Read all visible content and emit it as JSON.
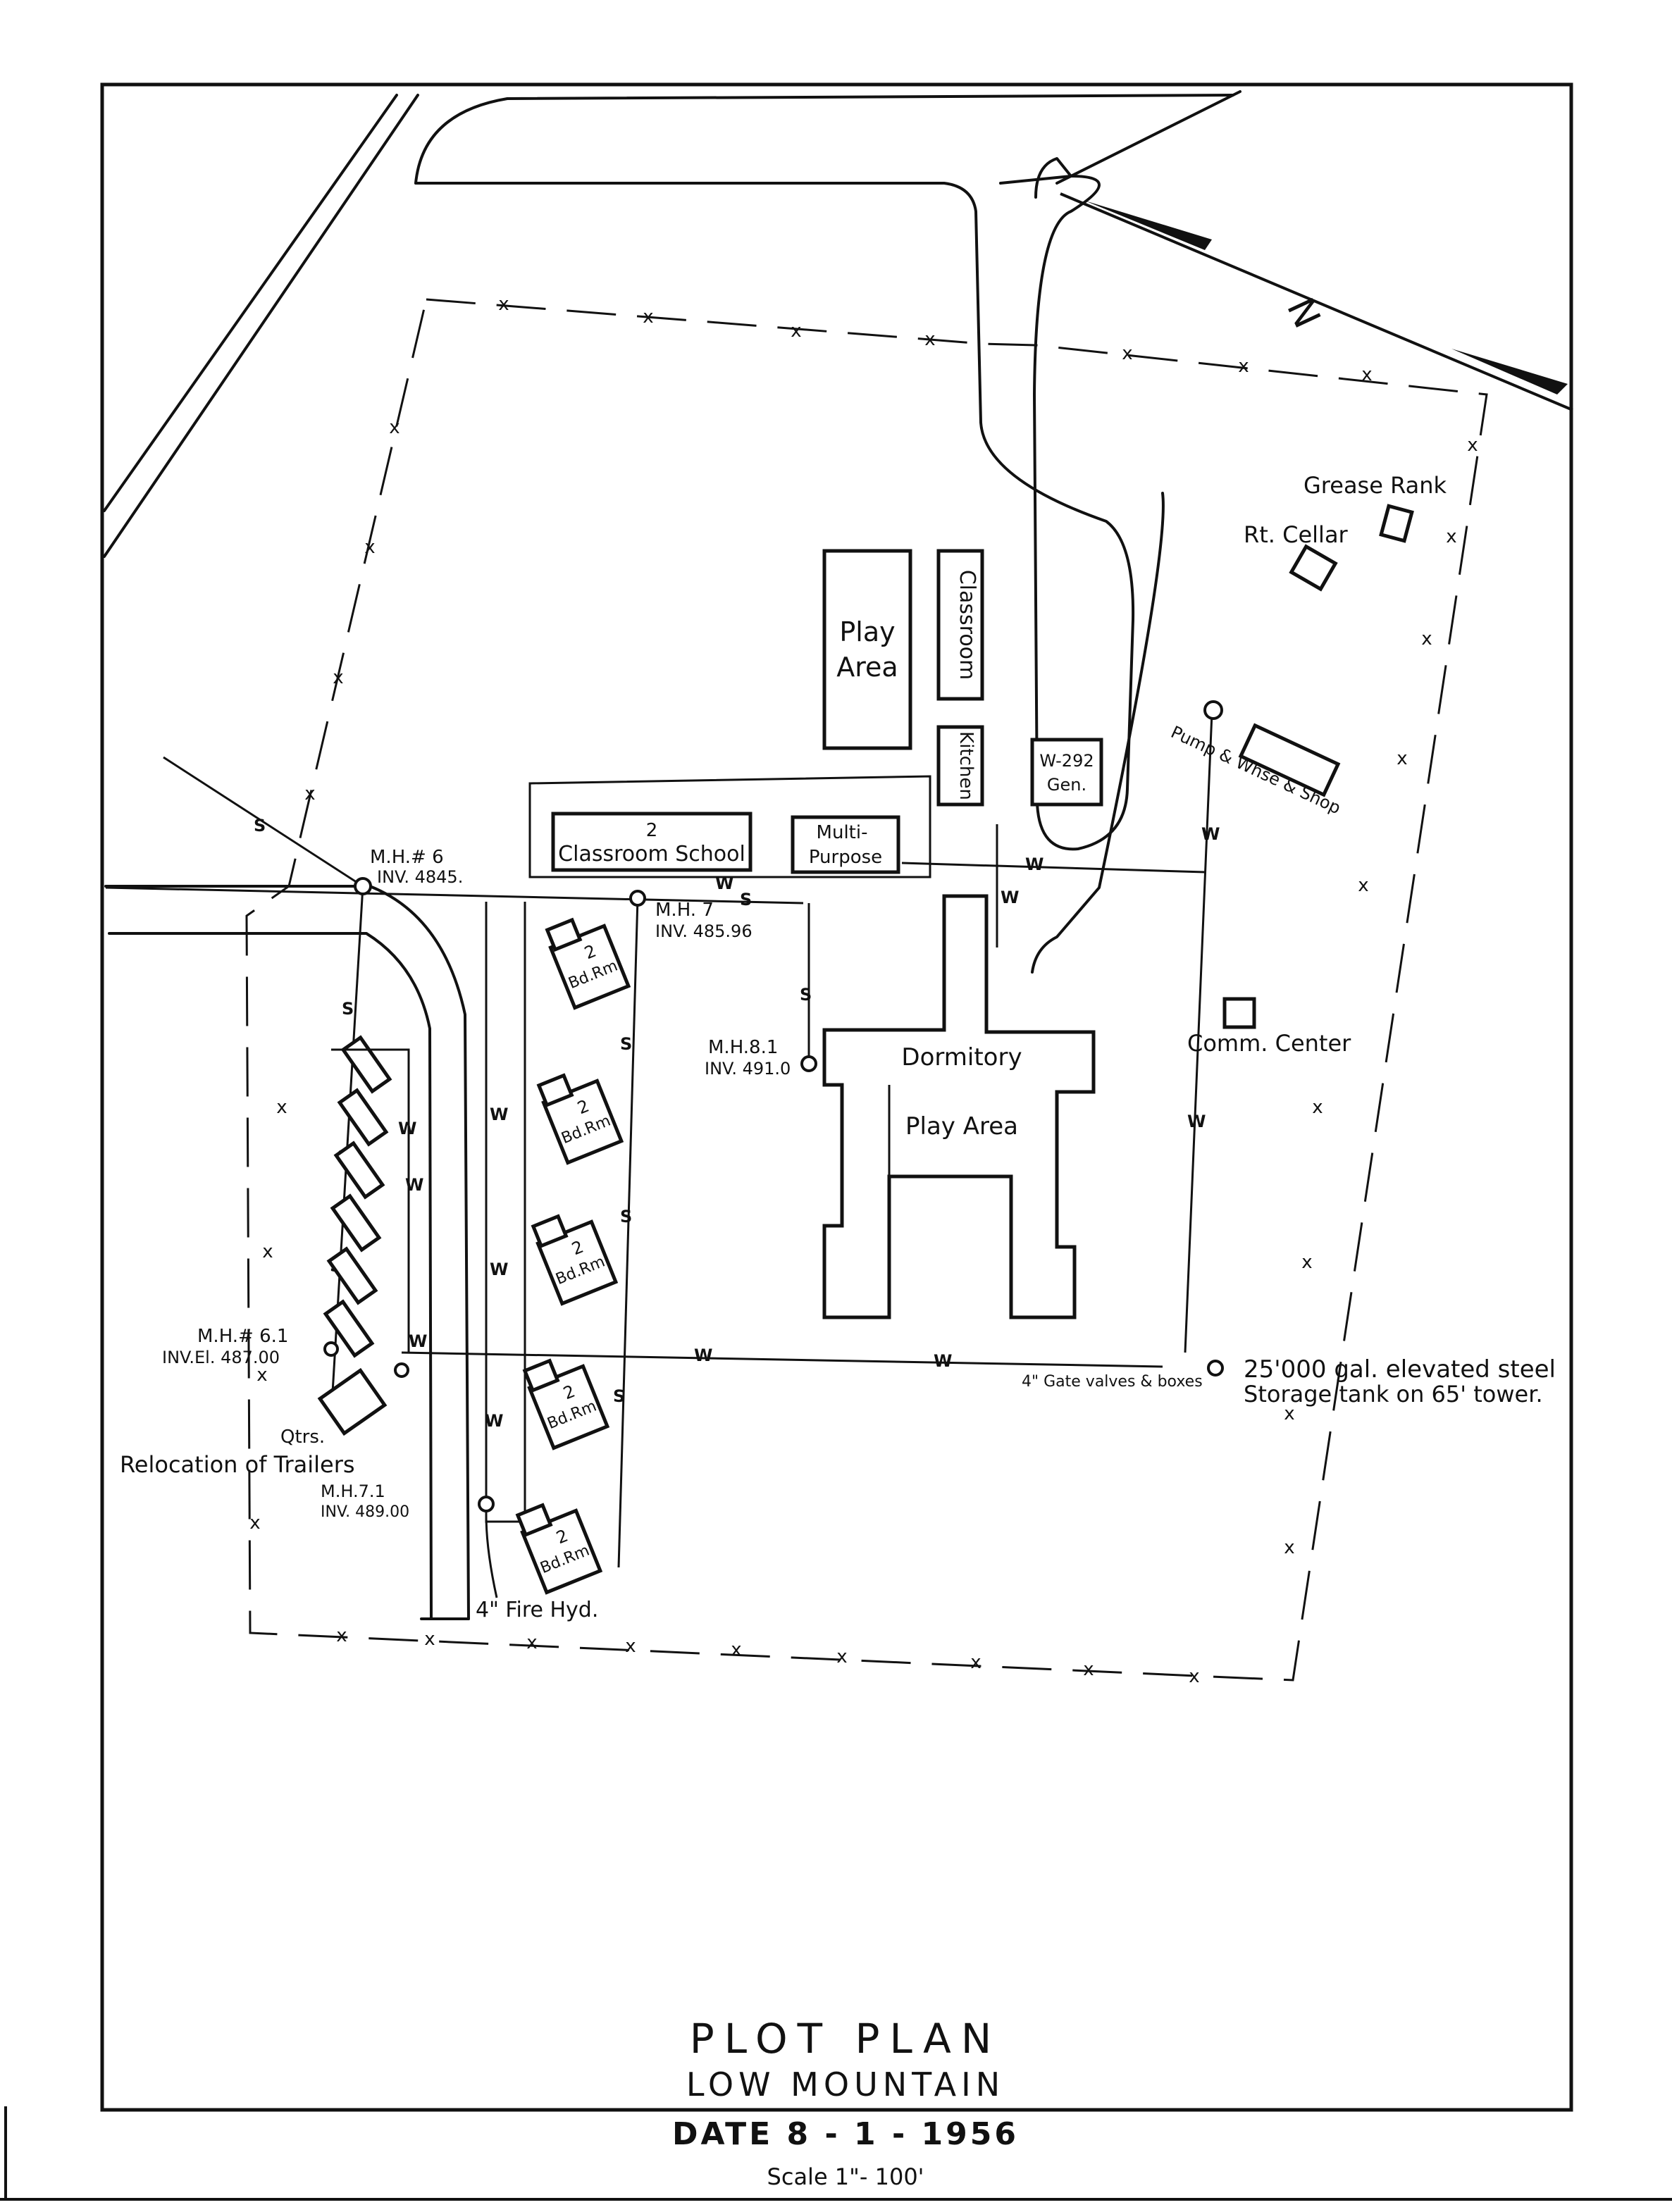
{
  "title_block": {
    "title": "PLOT PLAN",
    "subtitle": "LOW MOUNTAIN",
    "date": "DATE 8 - 1 - 1956",
    "scale": "Scale 1\"- 100'"
  },
  "buildings": {
    "play_area_top": [
      "Play",
      "Area"
    ],
    "classroom": "Classroom",
    "kitchen": "Kitchen",
    "generator": [
      "W-292",
      "Gen."
    ],
    "classroom_school": [
      "2",
      "Classroom School"
    ],
    "multi_purpose": [
      "Multi-",
      "Purpose"
    ],
    "dormitory": "Dormitory",
    "play_area_dorm": "Play Area",
    "grease_rank": "Grease Rank",
    "root_cellar": "Rt. Cellar",
    "pump_shop": "Pump & Whse & Shop",
    "comm_center": "Comm. Center",
    "bedroom_units": [
      [
        "2",
        "Bd.Rm."
      ],
      [
        "2",
        "Bd.Rm."
      ],
      [
        "2",
        "Bd.Rm."
      ],
      [
        "2",
        "Bd.Rm."
      ],
      [
        "2",
        "Bd.Rm."
      ]
    ],
    "trailers": "Relocation of Trailers",
    "qtrs": "Qtrs."
  },
  "manholes": {
    "mh6": [
      "M.H.# 6",
      "INV. 4845."
    ],
    "mh7": [
      "M.H. 7",
      "INV. 485.96"
    ],
    "mh81": [
      "M.H.8.1",
      "INV. 491.0"
    ],
    "mh61": [
      "M.H.# 6.1",
      "INV.El. 487.00"
    ],
    "mh71": [
      "M.H.7.1",
      "INV. 489.00"
    ]
  },
  "annotations": {
    "fire_hydrant": "4\" Fire Hyd.",
    "gate_valves": "4\" Gate valves & boxes",
    "tank": [
      "25'000 gal. elevated steel",
      "Storage tank on 65' tower."
    ],
    "north": "N"
  },
  "legend_marks": {
    "sewer": "S",
    "water": "W",
    "fence": "x"
  }
}
